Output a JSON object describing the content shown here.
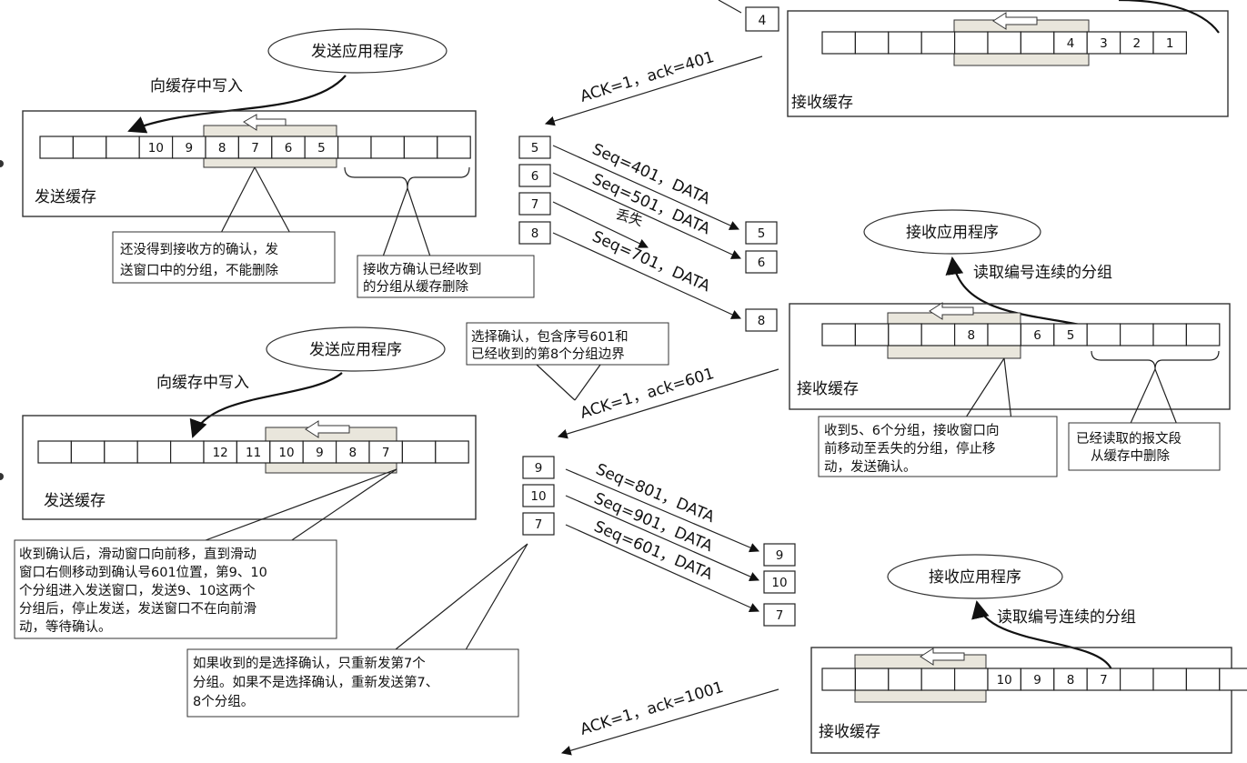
{
  "sender_top": {
    "app": "发送应用程序",
    "write": "向缓存中写入",
    "buffer": "发送缓存",
    "cells": [
      "",
      "",
      "",
      "10",
      "9",
      "8",
      "7",
      "6",
      "5",
      "",
      "",
      "",
      ""
    ],
    "note_left": [
      "还没得到接收方的确认，发",
      "送窗口中的分组，不能删除"
    ],
    "note_right": [
      "接收方确认已经收到",
      "的分组从缓存删除"
    ]
  },
  "receiver_top": {
    "buffer": "接收缓存",
    "cells": [
      "",
      "",
      "",
      "",
      "",
      "",
      "",
      "4",
      "3",
      "2",
      "1"
    ],
    "incoming": "4"
  },
  "exchange1": {
    "ack": "ACK=1，ack=401",
    "sent": [
      "5",
      "6",
      "7",
      "8"
    ],
    "seq": [
      "Seq=401，DATA",
      "Seq=501，DATA",
      "Seq=701，DATA"
    ],
    "lost": "丢失",
    "received": [
      "5",
      "6",
      "8"
    ]
  },
  "receiver_mid": {
    "app": "接收应用程序",
    "read": "读取编号连续的分组",
    "buffer": "接收缓存",
    "cells": [
      "",
      "",
      "",
      "",
      "8",
      "",
      "6",
      "5",
      "",
      "",
      "",
      ""
    ],
    "note_left": [
      "收到5、6个分组，接收窗口向",
      "前移动至丢失的分组，停止移",
      "动，发送确认。"
    ],
    "note_right": [
      "已经读取的报文段",
      "从缓存中删除"
    ]
  },
  "exchange2": {
    "callout": [
      "选择确认，包含序号601和",
      "已经收到的第8个分组边界"
    ],
    "ack": "ACK=1，ack=601",
    "sent": [
      "9",
      "10",
      "7"
    ],
    "seq": [
      "Seq=801，DATA",
      "Seq=901，DATA",
      "Seq=601，DATA"
    ],
    "received": [
      "9",
      "10",
      "7"
    ]
  },
  "sender_bottom": {
    "app": "发送应用程序",
    "write": "向缓存中写入",
    "buffer": "发送缓存",
    "cells": [
      "",
      "",
      "",
      "",
      "",
      "12",
      "11",
      "10",
      "9",
      "8",
      "7",
      "",
      ""
    ],
    "note": [
      "收到确认后，滑动窗口向前移，直到滑动",
      "窗口右侧移动到确认号601位置，第9、10",
      "个分组进入发送窗口，发送9、10这两个",
      "分组后，停止发送，发送窗口不在向前滑",
      "动，等待确认。"
    ],
    "note2": [
      "如果收到的是选择确认，只重新发第7个",
      "分组。如果不是选择确认，重新发送第7、",
      "8个分组。"
    ]
  },
  "receiver_bottom": {
    "app": "接收应用程序",
    "read": "读取编号连续的分组",
    "buffer": "接收缓存",
    "cells": [
      "",
      "",
      "",
      "",
      "",
      "10",
      "9",
      "8",
      "7",
      "",
      "",
      "",
      ""
    ],
    "ack": "ACK=1，ack=1001"
  },
  "colors": {
    "window": "#e9e6dc",
    "lost_cell": "#555555",
    "resent_cell": "#c8bea0"
  }
}
